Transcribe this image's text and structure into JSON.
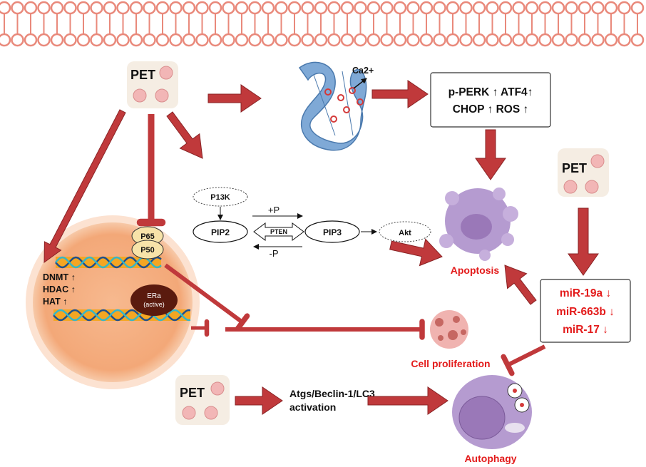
{
  "pet_label": "PET",
  "ca_label": "Ca2+",
  "er_stress": {
    "line1": "p-PERK ↑ ATF4↑",
    "line2": "CHOP ↑ ROS ↑"
  },
  "pathway": {
    "p13k": "P13K",
    "pip2": "PIP2",
    "pip3": "PIP3",
    "akt": "Akt",
    "pten": "PTEN",
    "plus_p": "+P",
    "minus_p": "-P"
  },
  "nucleus": {
    "p65": "P65",
    "p50": "P50",
    "dnmt": "DNMT ↑",
    "hdac": "HDAC ↑",
    "hat": "HAT ↑",
    "era_line1": "ERa",
    "era_line2": "(active)"
  },
  "mirna": {
    "line1": "miR-19a ↓",
    "line2": "miR-663b ↓",
    "line3": "miR-17 ↓"
  },
  "outcomes": {
    "apoptosis": "Apoptosis",
    "cell_proliferation": "Cell proliferation",
    "autophagy": "Autophagy"
  },
  "autophagy_activation": {
    "line1": "Atgs/Beclin-1/LC3",
    "line2": "activation"
  },
  "colors": {
    "membrane": "#e9897b",
    "arrow": "#c0393b",
    "nucleus": "#f6b58a",
    "er": "#7fa9d6",
    "apoptosis_cell": "#b59bd0",
    "emphasis_text": "#e31b1b"
  }
}
